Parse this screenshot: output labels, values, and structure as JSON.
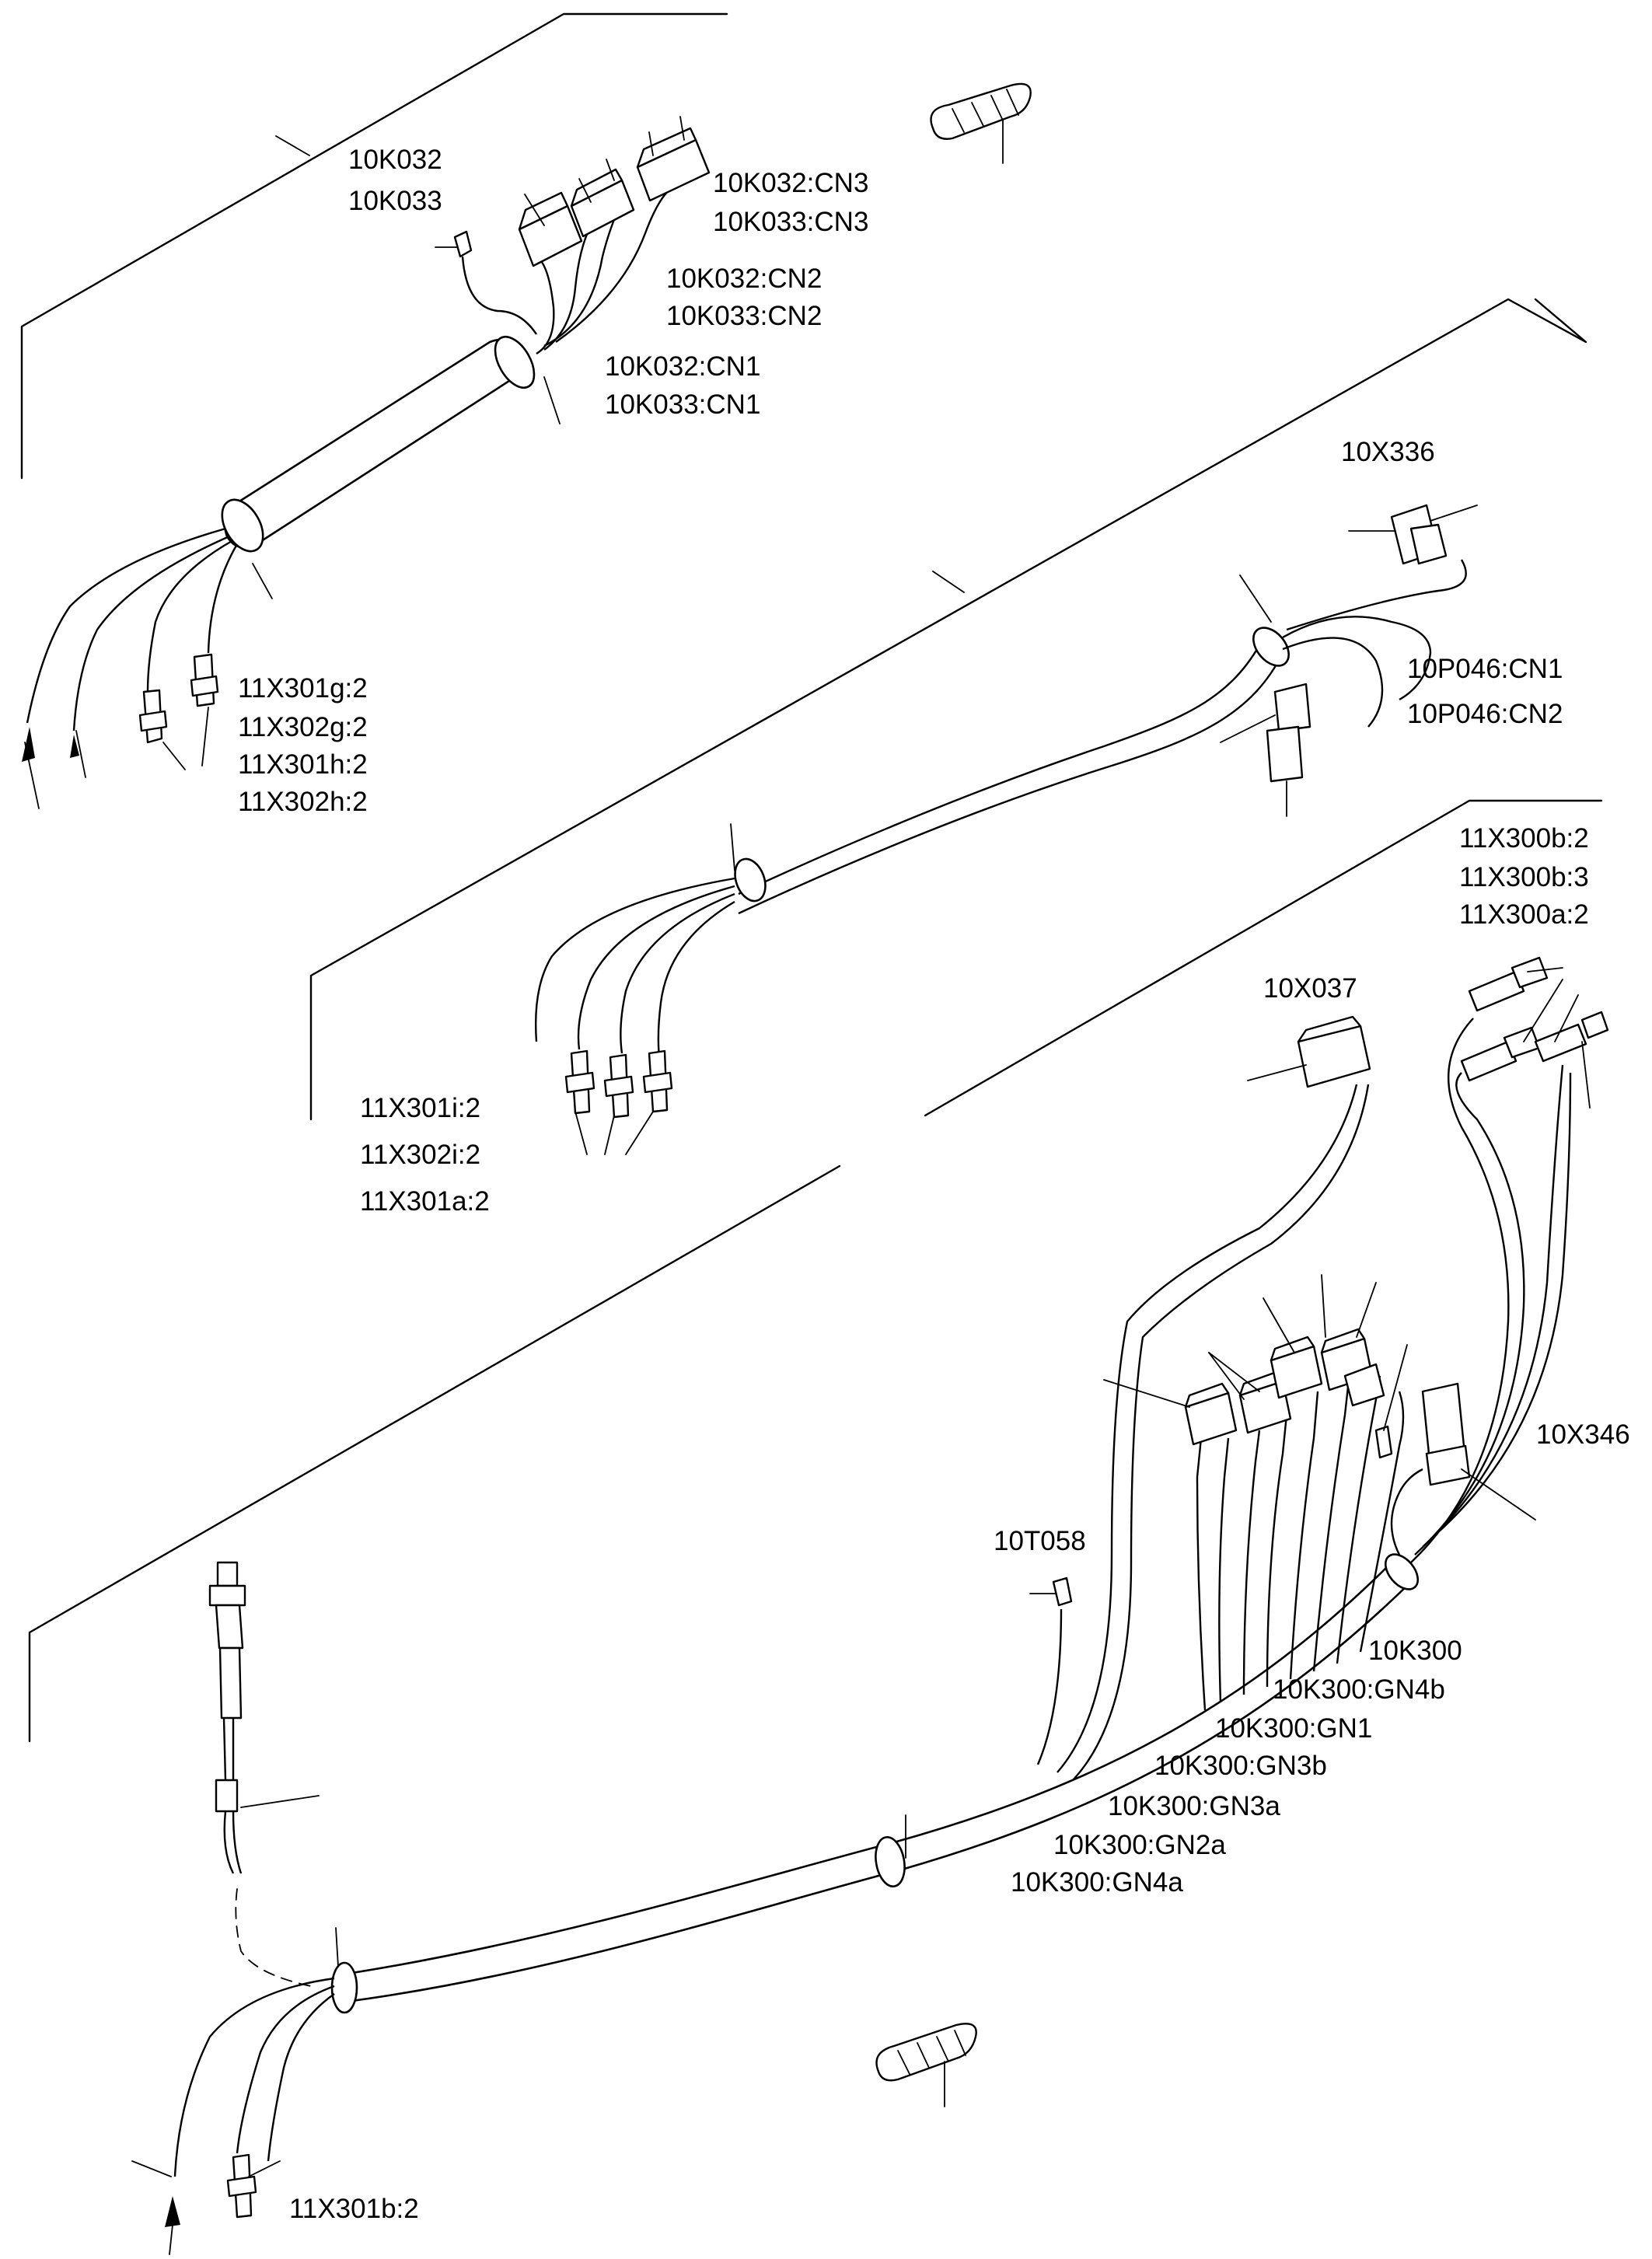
{
  "diagram": {
    "labels": {
      "k032": "10K032",
      "k033": "10K033",
      "k032_cn3": "10K032:CN3",
      "k033_cn3": "10K033:CN3",
      "k032_cn2": "10K032:CN2",
      "k033_cn2": "10K033:CN2",
      "k032_cn1": "10K032:CN1",
      "k033_cn1": "10K033:CN1",
      "x301g2": "11X301g:2",
      "x302g2": "11X302g:2",
      "x301h2": "11X301h:2",
      "x302h2": "11X302h:2",
      "x336": "10X336",
      "p046_cn1": "10P046:CN1",
      "p046_cn2": "10P046:CN2",
      "x300b2": "11X300b:2",
      "x300b3": "11X300b:3",
      "x300a2": "11X300a:2",
      "x037": "10X037",
      "x301i2": "11X301i:2",
      "x302i2": "11X302i:2",
      "x301a2": "11X301a:2",
      "x346": "10X346",
      "t058": "10T058",
      "k300": "10K300",
      "k300_gn4b": "10K300:GN4b",
      "k300_gn1": "10K300:GN1",
      "k300_gn3b": "10K300:GN3b",
      "k300_gn3a": "10K300:GN3a",
      "k300_gn2a": "10K300:GN2a",
      "k300_gn4a": "10K300:GN4a",
      "x301b2": "11X301b:2"
    }
  }
}
